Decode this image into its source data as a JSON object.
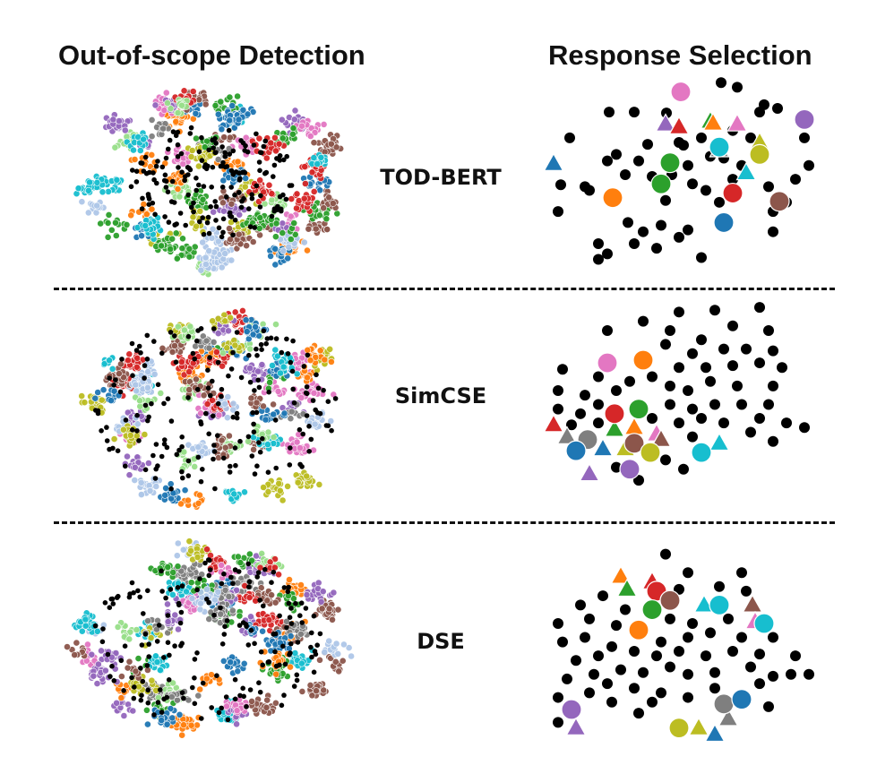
{
  "columns": {
    "left_title": "Out-of-scope Detection",
    "right_title": "Response Selection"
  },
  "rows": [
    {
      "label": "TOD-BERT"
    },
    {
      "label": "SimCSE"
    },
    {
      "label": "DSE"
    }
  ],
  "colors": {
    "outlier": "#000000",
    "palette": [
      "#e377c2",
      "#2ca02c",
      "#1f77b4",
      "#ff7f0e",
      "#9467bd",
      "#d62728",
      "#17becf",
      "#bcbd22",
      "#8c564b",
      "#7f7f7f",
      "#aec7e8",
      "#98df8a"
    ]
  },
  "chart_data": [
    {
      "type": "scatter",
      "panel": "Out-of-scope Detection / TOD-BERT",
      "title": "",
      "xlabel": "",
      "ylabel": "",
      "grid": false,
      "series": [
        {
          "color_role": "palette"
        },
        {
          "color_role": "outlier"
        }
      ]
    },
    {
      "type": "scatter",
      "panel": "Out-of-scope Detection / SimCSE",
      "title": "",
      "xlabel": "",
      "ylabel": "",
      "grid": false,
      "series": [
        {
          "color_role": "palette"
        },
        {
          "color_role": "outlier"
        }
      ]
    },
    {
      "type": "scatter",
      "panel": "Out-of-scope Detection / DSE",
      "title": "",
      "xlabel": "",
      "ylabel": "",
      "grid": false,
      "series": [
        {
          "color_role": "palette"
        },
        {
          "color_role": "outlier"
        }
      ]
    },
    {
      "type": "scatter",
      "panel": "Response Selection / TOD-BERT",
      "title": "",
      "xlabel": "",
      "ylabel": "",
      "grid": false,
      "xlim": [
        0,
        300
      ],
      "ylim": [
        0,
        220
      ],
      "circles": [
        [
          152,
          200
        ],
        [
          290,
          170
        ],
        [
          195,
          140
        ],
        [
          240,
          132
        ],
        [
          210,
          90
        ],
        [
          262,
          81
        ],
        [
          140,
          123
        ],
        [
          76,
          85
        ],
        [
          130,
          100
        ],
        [
          200,
          58
        ]
      ],
      "circle_colors": [
        "#e377c2",
        "#9467bd",
        "#17becf",
        "#bcbd22",
        "#d62728",
        "#8c564b",
        "#2ca02c",
        "#ff7f0e",
        "#2ca02c",
        "#1f77b4"
      ],
      "triangles": [
        [
          135,
          165
        ],
        [
          150,
          162
        ],
        [
          185,
          168
        ],
        [
          188,
          166
        ],
        [
          215,
          165
        ],
        [
          240,
          145
        ],
        [
          10,
          122
        ],
        [
          225,
          112
        ],
        [
          195,
          137
        ]
      ],
      "triangle_colors": [
        "#9467bd",
        "#d62728",
        "#2ca02c",
        "#ff7f0e",
        "#e377c2",
        "#bcbd22",
        "#1f77b4",
        "#17becf",
        "#7f7f7f"
      ],
      "black": [
        [
          197,
          210
        ],
        [
          215,
          205
        ],
        [
          72,
          178
        ],
        [
          100,
          178
        ],
        [
          28,
          150
        ],
        [
          80,
          132
        ],
        [
          115,
          143
        ],
        [
          136,
          177
        ],
        [
          155,
          142
        ],
        [
          175,
          150
        ],
        [
          210,
          158
        ],
        [
          240,
          178
        ],
        [
          245,
          186
        ],
        [
          260,
          182
        ],
        [
          290,
          150
        ],
        [
          45,
          97
        ],
        [
          50,
          93
        ],
        [
          18,
          99
        ],
        [
          15,
          70
        ],
        [
          70,
          125
        ],
        [
          90,
          110
        ],
        [
          105,
          125
        ],
        [
          120,
          108
        ],
        [
          135,
          82
        ],
        [
          142,
          110
        ],
        [
          150,
          145
        ],
        [
          160,
          120
        ],
        [
          165,
          100
        ],
        [
          180,
          93
        ],
        [
          185,
          130
        ],
        [
          195,
          80
        ],
        [
          210,
          105
        ],
        [
          220,
          120
        ],
        [
          230,
          150
        ],
        [
          250,
          97
        ],
        [
          280,
          105
        ],
        [
          295,
          120
        ],
        [
          255,
          70
        ],
        [
          270,
          80
        ],
        [
          130,
          55
        ],
        [
          160,
          50
        ],
        [
          125,
          30
        ],
        [
          150,
          42
        ],
        [
          175,
          20
        ],
        [
          93,
          58
        ],
        [
          100,
          35
        ],
        [
          60,
          35
        ],
        [
          70,
          24
        ],
        [
          110,
          48
        ],
        [
          255,
          48
        ],
        [
          60,
          18
        ],
        [
          200,
          128
        ]
      ]
    },
    {
      "type": "scatter",
      "panel": "Response Selection / SimCSE",
      "title": "",
      "xlabel": "",
      "ylabel": "",
      "grid": false,
      "xlim": [
        0,
        300
      ],
      "ylim": [
        0,
        220
      ],
      "circles": [
        [
          70,
          155
        ],
        [
          110,
          158
        ],
        [
          78,
          100
        ],
        [
          105,
          105
        ],
        [
          48,
          72
        ],
        [
          35,
          60
        ],
        [
          100,
          68
        ],
        [
          118,
          58
        ],
        [
          175,
          58
        ],
        [
          95,
          40
        ]
      ],
      "circle_colors": [
        "#e377c2",
        "#ff7f0e",
        "#d62728",
        "#2ca02c",
        "#7f7f7f",
        "#1f77b4",
        "#8c564b",
        "#bcbd22",
        "#17becf",
        "#9467bd"
      ],
      "triangles": [
        [
          10,
          88
        ],
        [
          25,
          75
        ],
        [
          78,
          83
        ],
        [
          100,
          85
        ],
        [
          125,
          78
        ],
        [
          130,
          72
        ],
        [
          65,
          62
        ],
        [
          90,
          62
        ],
        [
          195,
          68
        ],
        [
          50,
          35
        ]
      ],
      "triangle_colors": [
        "#d62728",
        "#7f7f7f",
        "#2ca02c",
        "#ff7f0e",
        "#e377c2",
        "#8c564b",
        "#1f77b4",
        "#bcbd22",
        "#17becf",
        "#9467bd"
      ],
      "black": [
        [
          150,
          210
        ],
        [
          190,
          212
        ],
        [
          240,
          215
        ],
        [
          110,
          200
        ],
        [
          70,
          190
        ],
        [
          140,
          190
        ],
        [
          175,
          180
        ],
        [
          210,
          195
        ],
        [
          250,
          190
        ],
        [
          135,
          175
        ],
        [
          165,
          165
        ],
        [
          200,
          170
        ],
        [
          225,
          170
        ],
        [
          255,
          168
        ],
        [
          20,
          148
        ],
        [
          60,
          140
        ],
        [
          95,
          135
        ],
        [
          120,
          140
        ],
        [
          150,
          150
        ],
        [
          180,
          150
        ],
        [
          210,
          152
        ],
        [
          240,
          155
        ],
        [
          265,
          150
        ],
        [
          15,
          125
        ],
        [
          45,
          120
        ],
        [
          80,
          125
        ],
        [
          140,
          130
        ],
        [
          160,
          125
        ],
        [
          185,
          135
        ],
        [
          215,
          130
        ],
        [
          255,
          130
        ],
        [
          40,
          100
        ],
        [
          60,
          110
        ],
        [
          140,
          110
        ],
        [
          165,
          105
        ],
        [
          190,
          110
        ],
        [
          220,
          110
        ],
        [
          250,
          110
        ],
        [
          30,
          88
        ],
        [
          120,
          95
        ],
        [
          150,
          90
        ],
        [
          175,
          95
        ],
        [
          200,
          90
        ],
        [
          240,
          95
        ],
        [
          270,
          90
        ],
        [
          165,
          75
        ],
        [
          230,
          80
        ],
        [
          255,
          70
        ],
        [
          290,
          85
        ],
        [
          60,
          90
        ],
        [
          135,
          50
        ],
        [
          155,
          40
        ],
        [
          80,
          42
        ],
        [
          105,
          28
        ],
        [
          15,
          105
        ]
      ]
    },
    {
      "type": "scatter",
      "panel": "Response Selection / DSE",
      "title": "",
      "xlabel": "",
      "ylabel": "",
      "grid": false,
      "xlim": [
        0,
        300
      ],
      "ylim": [
        0,
        220
      ],
      "circles": [
        [
          125,
          160
        ],
        [
          140,
          150
        ],
        [
          120,
          140
        ],
        [
          105,
          118
        ],
        [
          195,
          145
        ],
        [
          245,
          125
        ],
        [
          30,
          32
        ],
        [
          150,
          12
        ],
        [
          200,
          38
        ],
        [
          220,
          43
        ]
      ],
      "circle_colors": [
        "#d62728",
        "#8c564b",
        "#2ca02c",
        "#ff7f0e",
        "#17becf",
        "#17becf",
        "#9467bd",
        "#bcbd22",
        "#7f7f7f",
        "#1f77b4"
      ],
      "triangles": [
        [
          85,
          176
        ],
        [
          92,
          162
        ],
        [
          120,
          170
        ],
        [
          178,
          145
        ],
        [
          232,
          145
        ],
        [
          235,
          127
        ],
        [
          35,
          12
        ],
        [
          172,
          12
        ],
        [
          205,
          22
        ],
        [
          190,
          5
        ]
      ],
      "triangle_colors": [
        "#ff7f0e",
        "#2ca02c",
        "#d62728",
        "#17becf",
        "#8c564b",
        "#e377c2",
        "#9467bd",
        "#bcbd22",
        "#7f7f7f",
        "#1f77b4"
      ],
      "black": [
        [
          135,
          200
        ],
        [
          160,
          180
        ],
        [
          220,
          180
        ],
        [
          40,
          145
        ],
        [
          65,
          155
        ],
        [
          90,
          140
        ],
        [
          150,
          162
        ],
        [
          195,
          165
        ],
        [
          225,
          160
        ],
        [
          15,
          125
        ],
        [
          50,
          130
        ],
        [
          80,
          123
        ],
        [
          140,
          130
        ],
        [
          165,
          125
        ],
        [
          205,
          130
        ],
        [
          20,
          105
        ],
        [
          45,
          110
        ],
        [
          75,
          100
        ],
        [
          130,
          105
        ],
        [
          160,
          110
        ],
        [
          185,
          115
        ],
        [
          220,
          110
        ],
        [
          255,
          110
        ],
        [
          35,
          85
        ],
        [
          60,
          90
        ],
        [
          100,
          95
        ],
        [
          125,
          90
        ],
        [
          150,
          95
        ],
        [
          180,
          90
        ],
        [
          210,
          95
        ],
        [
          240,
          92
        ],
        [
          280,
          90
        ],
        [
          25,
          65
        ],
        [
          55,
          70
        ],
        [
          85,
          75
        ],
        [
          110,
          72
        ],
        [
          140,
          78
        ],
        [
          160,
          70
        ],
        [
          190,
          72
        ],
        [
          230,
          78
        ],
        [
          255,
          68
        ],
        [
          275,
          70
        ],
        [
          295,
          70
        ],
        [
          15,
          45
        ],
        [
          50,
          50
        ],
        [
          70,
          60
        ],
        [
          100,
          55
        ],
        [
          130,
          50
        ],
        [
          160,
          45
        ],
        [
          190,
          55
        ],
        [
          240,
          60
        ],
        [
          15,
          18
        ],
        [
          105,
          28
        ],
        [
          120,
          40
        ],
        [
          250,
          35
        ],
        [
          75,
          40
        ]
      ]
    }
  ]
}
